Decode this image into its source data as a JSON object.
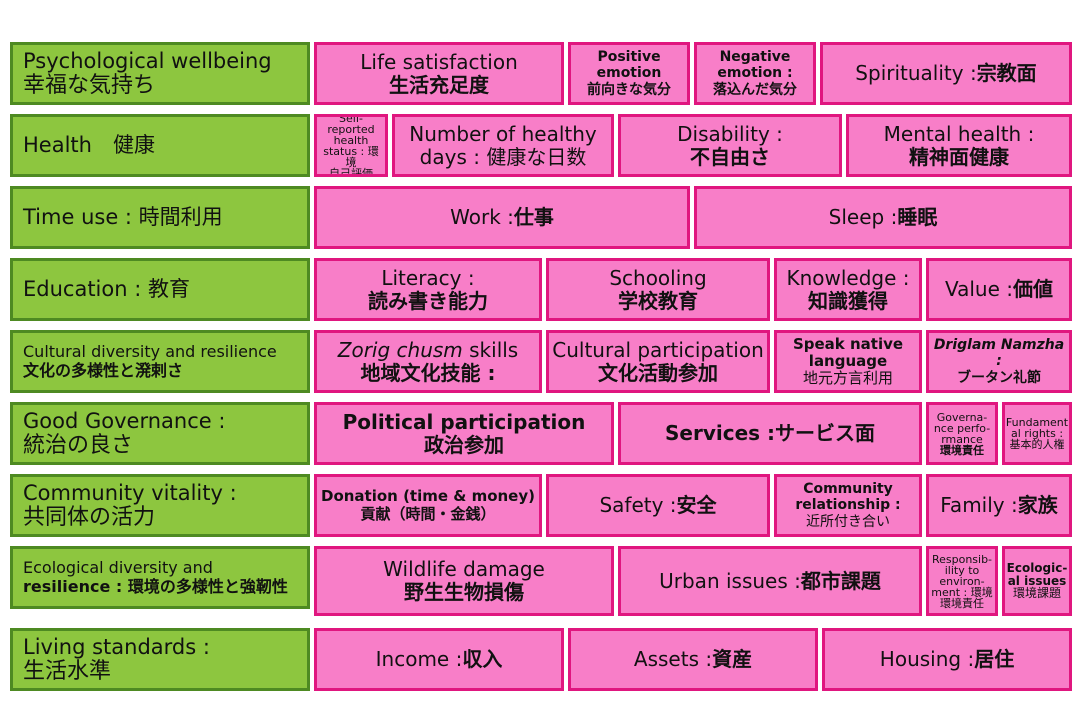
{
  "domains": [
    {
      "en": "Psychological wellbeing",
      "ja": "幸福な気持ち"
    },
    {
      "en": "Health　健康",
      "ja": ""
    },
    {
      "en": "Time use : 時間利用",
      "ja": ""
    },
    {
      "en": "Education : 教育",
      "ja": ""
    },
    {
      "en": "Cultural diversity and  resilience",
      "ja": "文化の多様性と溌剌さ"
    },
    {
      "en": "Good Governance :",
      "ja": "統治の良さ"
    },
    {
      "en": "Community vitality :",
      "ja": "共同体の活力"
    },
    {
      "en": "Ecological diversity and",
      "ja": "resilience : 環境の多様性と強靭性"
    },
    {
      "en": "Living standards :",
      "ja": "生活水準"
    }
  ],
  "psychological": {
    "life_satisfaction": {
      "en": "Life satisfaction",
      "ja": "生活充足度"
    },
    "positive_emotion": {
      "en": "Positive emotion",
      "ja": "前向きな気分"
    },
    "negative_emotion": {
      "en": "Negative emotion :",
      "ja": "落込んだ気分"
    },
    "spirituality": {
      "en": "Spirituality : ",
      "ja": "宗教面"
    }
  },
  "health": {
    "self_reported": {
      "en": "Self-reported health status : 環境",
      "ja": "自己評価"
    },
    "healthy_days": {
      "en": "Number of healthy",
      "ja": "days : 健康な日数"
    },
    "disability": {
      "en": "Disability :",
      "ja": "不自由さ"
    },
    "mental_health": {
      "en": "Mental health :",
      "ja": "精神面健康"
    }
  },
  "time_use": {
    "work": {
      "en": "Work : ",
      "ja": "仕事"
    },
    "sleep": {
      "en": "Sleep : ",
      "ja": "睡眠"
    }
  },
  "education": {
    "literacy": {
      "en": "Literacy :",
      "ja": "読み書き能力"
    },
    "schooling": {
      "en": "Schooling",
      "ja": "学校教育"
    },
    "knowledge": {
      "en": "Knowledge :",
      "ja": "知識獲得"
    },
    "value": {
      "en": "Value : ",
      "ja": "価値"
    }
  },
  "culture": {
    "zorig": {
      "en_italic": "Zorig chusm",
      "en": " skills",
      "ja": "地域文化技能 :"
    },
    "participation": {
      "en": "Cultural participation",
      "ja": "文化活動参加"
    },
    "native_language": {
      "en": "Speak native language",
      "ja": "地元方言利用"
    },
    "driglam": {
      "en": "Driglam Namzha :",
      "ja": "ブータン礼節"
    }
  },
  "governance": {
    "political": {
      "en": "Political participation",
      "ja": "政治参加"
    },
    "services": {
      "en": "Services : ",
      "ja": "サービス面"
    },
    "performance": {
      "en": "Governa-nce perfo-rmance",
      "ja": "環境責任"
    },
    "rights": {
      "en": "Fundament al rights :",
      "ja": "基本的人権"
    }
  },
  "community": {
    "donation": {
      "en": "Donation (time & money)",
      "ja": "貢献（時間・金銭）"
    },
    "safety": {
      "en": "Safety : ",
      "ja": "安全"
    },
    "relationship": {
      "en": "Community relationship :",
      "ja": "近所付き合い"
    },
    "family": {
      "en": "Family : ",
      "ja": "家族"
    }
  },
  "ecology": {
    "wildlife": {
      "en": "Wildlife damage",
      "ja": "野生生物損傷"
    },
    "urban": {
      "en": "Urban issues : ",
      "ja": "都市課題"
    },
    "responsibility": {
      "en": "Responsib-ility to environ-ment : 環境",
      "ja": "環境責任"
    },
    "issues": {
      "en": "Ecologic-al issues",
      "ja": "環境課題"
    }
  },
  "living": {
    "income": {
      "en": "Income : ",
      "ja": "収入"
    },
    "assets": {
      "en": "Assets : ",
      "ja": "資産"
    },
    "housing": {
      "en": "Housing : ",
      "ja": "居住"
    }
  },
  "colors": {
    "domain_fill": "#8dc63f",
    "domain_border": "#4e8a22",
    "indicator_fill": "#f87ec8",
    "indicator_border": "#e0167f"
  }
}
